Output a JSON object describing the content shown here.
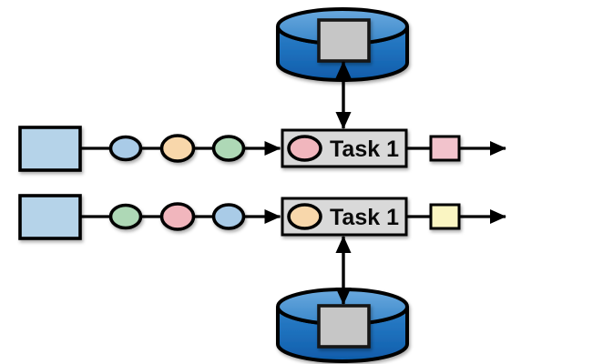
{
  "palette": {
    "source_box": "#b5d3e9",
    "token_blue": "#a9cbe7",
    "token_orange": "#f8d7ab",
    "token_green": "#aed8b6",
    "token_pink": "#f1b6bd",
    "output_pink": "#f2c3cc",
    "output_yellow": "#faf5c2",
    "task_box": "#d9d9d9",
    "db_buffer": "#c6c6c6",
    "cylinder_blue": "#1668b8",
    "cylinder_top_blue": "#4d95d1",
    "line": "#000000"
  },
  "pipelines": [
    {
      "task_label": "Task 1",
      "source_color": "#b5d3e9",
      "queue_tokens": [
        "#a9cbe7",
        "#f8d7ab",
        "#aed8b6"
      ],
      "task_token": "#f1b6bd",
      "output_token": "#f2c3cc",
      "datastore": "top"
    },
    {
      "task_label": "Task 1",
      "source_color": "#b5d3e9",
      "queue_tokens": [
        "#aed8b6",
        "#f1b6bd",
        "#a9cbe7"
      ],
      "task_token": "#f8d7ab",
      "output_token": "#faf5c2",
      "datastore": "bottom"
    }
  ]
}
